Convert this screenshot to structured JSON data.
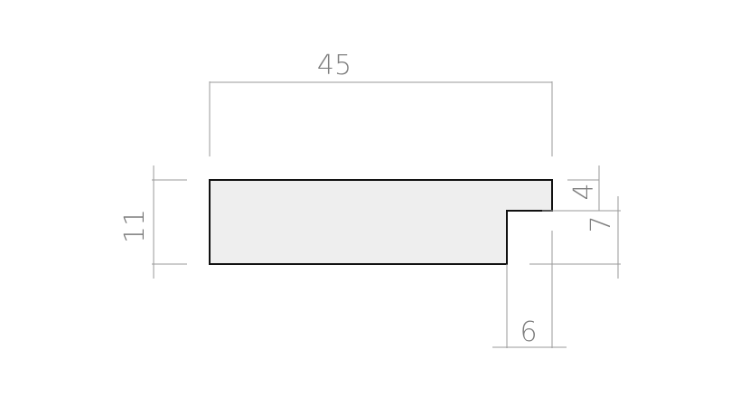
{
  "diagram": {
    "dimensions": {
      "width_label": "45",
      "height_label": "11",
      "step_depth_label": "4",
      "step_height_label": "7",
      "notch_width_label": "6"
    },
    "colors": {
      "profile_fill": "#eeeeee",
      "profile_stroke": "#111111",
      "dimension_line": "#9a9a9a",
      "dimension_text": "#7d7d7d"
    }
  }
}
